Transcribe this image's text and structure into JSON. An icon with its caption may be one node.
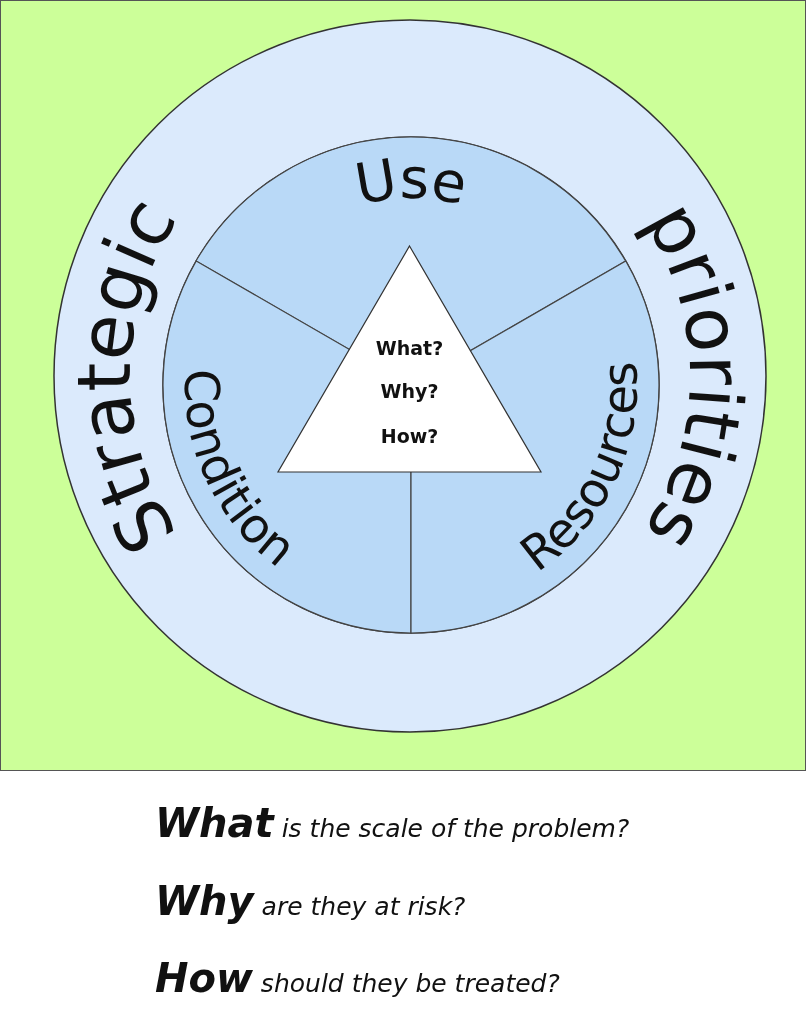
{
  "diagram": {
    "nodes": [
      {
        "text": [
          "Strategic",
          "priorities"
        ]
      },
      {
        "text": [
          "Use"
        ],
        "in": 0
      },
      {
        "text": [
          "Condition"
        ],
        "in": 0
      },
      {
        "text": [
          "Resources"
        ],
        "in": 0
      },
      {
        "text": [
          "What?",
          "Why?",
          "How?"
        ],
        "in": 0
      }
    ],
    "labels": [
      "**What** is the scale of the problem?",
      "**Why** are they at risk?",
      "**How** should they be treated?"
    ]
  }
}
